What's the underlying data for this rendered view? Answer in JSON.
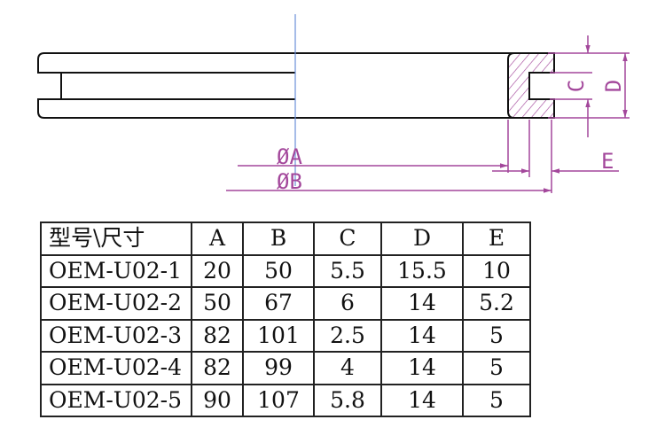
{
  "drawing": {
    "label_a": "ØA",
    "label_b": "ØB",
    "label_c": "C",
    "label_d": "D",
    "label_e": "E",
    "line_color": "#a3479b",
    "axis_color": "#6a8fd8"
  },
  "table": {
    "headers": [
      "型号\\尺寸",
      "A",
      "B",
      "C",
      "D",
      "E"
    ],
    "rows": [
      [
        "OEM-U02-1",
        "20",
        "50",
        "5.5",
        "15.5",
        "10"
      ],
      [
        "OEM-U02-2",
        "50",
        "67",
        "6",
        "14",
        "5.2"
      ],
      [
        "OEM-U02-3",
        "82",
        "101",
        "2.5",
        "14",
        "5"
      ],
      [
        "OEM-U02-4",
        "82",
        "99",
        "4",
        "14",
        "5"
      ],
      [
        "OEM-U02-5",
        "90",
        "107",
        "5.8",
        "14",
        "5"
      ]
    ]
  }
}
